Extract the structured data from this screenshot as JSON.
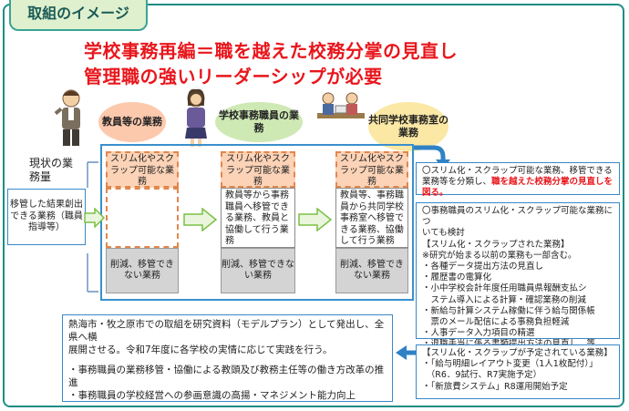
{
  "tab_label": "取組のイメージ",
  "title_line1": "学校事務再編＝職を越えた校務分掌の見直し",
  "title_line2": "管理職の強いリーダーシップが必要",
  "bubbles": [
    "教員等の業務",
    "学校事務職員の業務",
    "共同学校事務室の業務"
  ],
  "current_volume": "現状の業務量",
  "left_box": "移管した結果創出できる業務（職員指導等）",
  "columns": [
    {
      "top": "スリム化やスクラップ可能な業務",
      "middle": "",
      "bottom": "削減、移管できない業務"
    },
    {
      "top": "スリム化やスクラップ可能な業務",
      "middle": "教員等から事務職員へ移管できる業務、教員と協働して行う業務",
      "bottom": "削減、移管できない業務"
    },
    {
      "top": "スリム化やスクラップ可能な業務",
      "middle": "教員等、事務職員から共同学校事務室へ移管できる業務、協働して行う業務",
      "bottom": "削減、移管できない業務"
    }
  ],
  "right_top_a": "〇スリム化・スクラップ可能な業務、移管できる業務等を分類し、",
  "right_top_b": "職を越えた校務分掌の見直しを図る。",
  "right_mid": [
    "〇事務職員のスリム化・スクラップ可能な業務につ",
    "いても検討",
    "【スリム化・スクラップされた業務】",
    "※研究が始まる以前の業務も一部含む。",
    "・各種データ提出方法の見直し",
    "・履歴書の電算化",
    "・小中学校会計年度任用職員県報酬支払シ",
    "　ステム導入による計算・確認業務の削減",
    "・新給与計算システム稼働に伴う給与関係帳",
    "　票のメール配信による事務負担軽減",
    "・人事データ入力項目の精選",
    "・退職手当に係る書類提出方法の見直し　等"
  ],
  "right_bot": [
    "【スリム化・スクラップが予定されている業務】",
    "・「給与明細レイアウト変更（1人1枚配付）」",
    "　（R6．9試行、R7実施予定）",
    "・「新旅費システム」R8運用開始予定"
  ],
  "bottom_box": [
    "熱海市・牧之原市での取組を研究資料（モデルプラン）として発出し、全県へ横",
    "展開させる。令和7年度に各学校の実情に応じて実践を行う。",
    "",
    "・事務職員の業務移管・協働による教頭及び教務主任等の働き方改革の推進",
    "・事務職員の学校経営への参画意識の高揚・マネジメント能力向上"
  ],
  "colors": {
    "frame": "#1e8d86",
    "title": "#e8161c",
    "box_border": "#3a88c8",
    "arrow": "#2f82c4",
    "green_arrow": "#7ac143",
    "orange": "#fcd3b7",
    "gray": "#d4d4d4"
  }
}
